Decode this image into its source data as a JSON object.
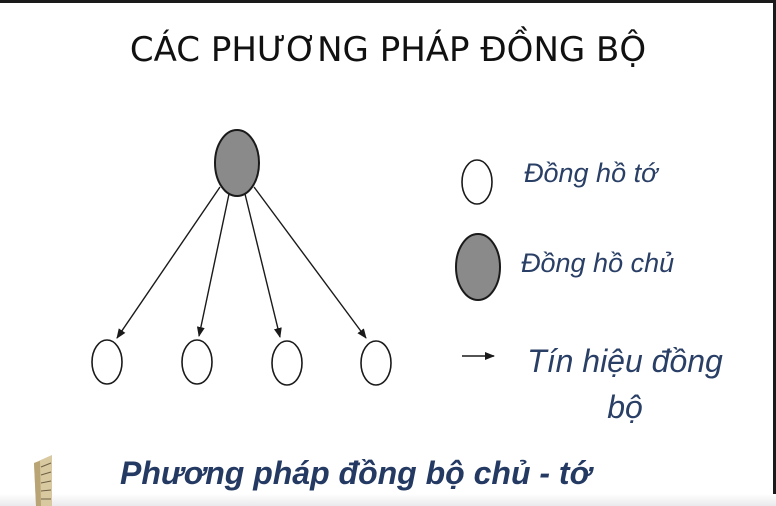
{
  "title": "CÁC PHƯƠNG PHÁP ĐỒNG BỘ",
  "legend": {
    "slave_clock": "Đồng hồ tớ",
    "master_clock": "Đồng hồ chủ",
    "sync_signal": "Tín hiệu đồng bộ"
  },
  "subtitle": "Phương pháp đồng bộ chủ - tớ",
  "colors": {
    "master_fill": "#8a8a8a",
    "node_stroke": "#1a1a1a",
    "label_color": "#2a3f66",
    "subtitle_color": "#243a63"
  }
}
